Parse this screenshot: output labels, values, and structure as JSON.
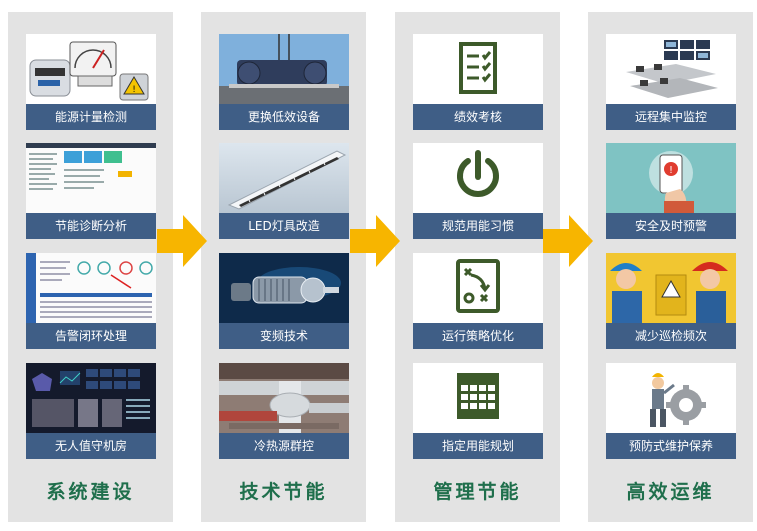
{
  "columns": [
    {
      "title": "系统建设",
      "items": [
        {
          "label": "能源计量检测",
          "icon": "meter-icon"
        },
        {
          "label": "节能诊断分析",
          "icon": "dashboard-screenshot"
        },
        {
          "label": "告警闭环处理",
          "icon": "alarm-screenshot"
        },
        {
          "label": "无人值守机房",
          "icon": "monitor-wall-screenshot"
        }
      ]
    },
    {
      "title": "技术节能",
      "items": [
        {
          "label": "更换低效设备",
          "icon": "machine-photo"
        },
        {
          "label": "LED灯具改造",
          "icon": "led-lamp-photo"
        },
        {
          "label": "变频技术",
          "icon": "motor-photo"
        },
        {
          "label": "冷热源群控",
          "icon": "pipes-photo"
        }
      ]
    },
    {
      "title": "管理节能",
      "items": [
        {
          "label": "绩效考核",
          "icon": "checklist-icon"
        },
        {
          "label": "规范用能习惯",
          "icon": "power-icon"
        },
        {
          "label": "运行策略优化",
          "icon": "strategy-icon"
        },
        {
          "label": "指定用能规划",
          "icon": "calendar-icon"
        }
      ]
    },
    {
      "title": "高效运维",
      "items": [
        {
          "label": "远程集中监控",
          "icon": "control-room-icon"
        },
        {
          "label": "安全及时预警",
          "icon": "phone-alert-icon"
        },
        {
          "label": "减少巡检频次",
          "icon": "workers-icon"
        },
        {
          "label": "预防式维护保养",
          "icon": "maintenance-icon"
        }
      ]
    }
  ],
  "colors": {
    "column_bg": "#e3e3e3",
    "label_bg": "#3f5e86",
    "title": "#1f6f4c",
    "arrow": "#f7b500",
    "icon_green": "#3d5a2a"
  }
}
